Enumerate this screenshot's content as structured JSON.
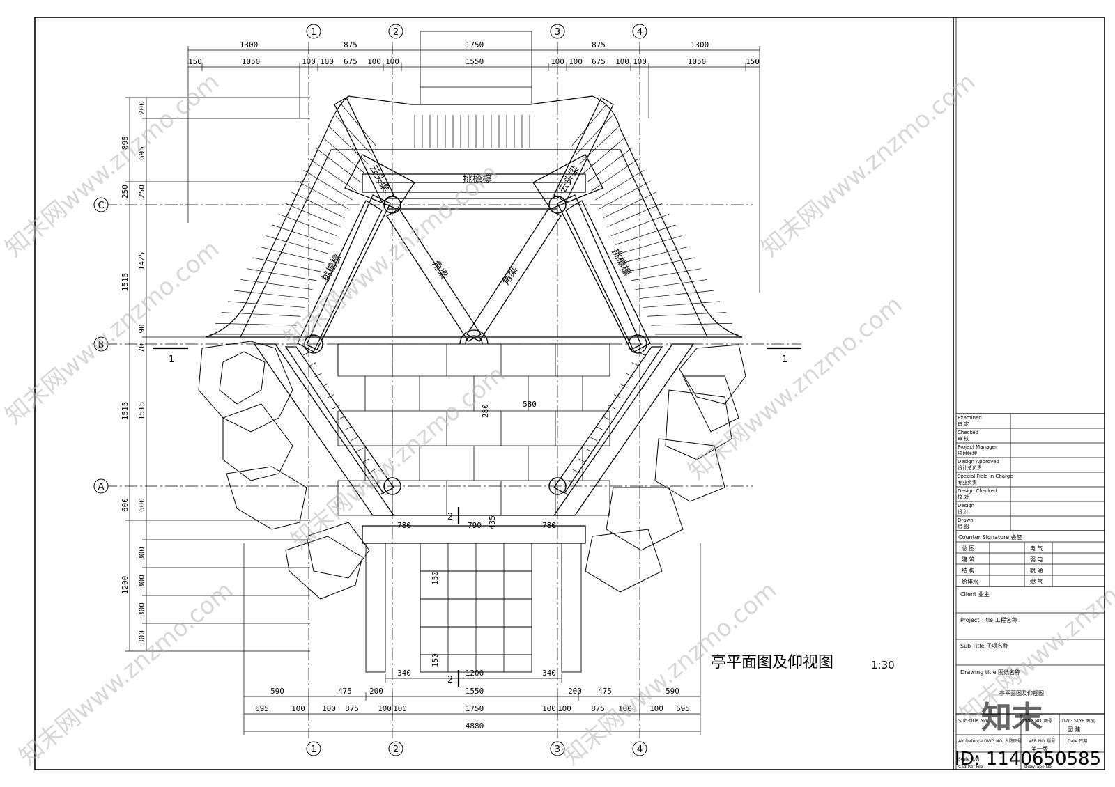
{
  "drawing": {
    "title": "亭平面图及仰视图",
    "scale": "1:30",
    "grid_axes_columns": [
      "1",
      "2",
      "3",
      "4"
    ],
    "grid_axes_rows": [
      "C",
      "B",
      "A"
    ],
    "section_marks": [
      "1",
      "2"
    ],
    "beam_labels": {
      "yuntou_left": "云头梁",
      "yuntou_right": "云头梁",
      "tiaoyan_top": "挑檐檩",
      "tiaoyan_left": "挑檐檩",
      "tiaoyan_right": "挑檐檩",
      "jiaoliang_left": "角梁",
      "jiaoliang_right": "角梁"
    },
    "dims_top_row1": [
      "1300",
      "875",
      "1750",
      "875",
      "1300"
    ],
    "dims_top_row2": [
      "150",
      "1050",
      "100",
      "100",
      "675",
      "100",
      "100",
      "1550",
      "100",
      "100",
      "675",
      "100",
      "100",
      "1050",
      "150"
    ],
    "dims_left_row1": [
      "895",
      "250",
      "1515",
      "1515",
      "600",
      "1200"
    ],
    "dims_left_row2": [
      "200",
      "695",
      "250",
      "1425",
      "90",
      "70",
      "1515",
      "600",
      "300",
      "300",
      "300",
      "300"
    ],
    "dims_bottom_row1": [
      "590",
      "475",
      "200",
      "1550",
      "200",
      "475",
      "590"
    ],
    "dims_bottom_row2": [
      "695",
      "100",
      "100",
      "875",
      "100",
      "100",
      "1750",
      "100",
      "100",
      "875",
      "100",
      "100",
      "695"
    ],
    "dims_bottom_total": "4880",
    "dims_inner": [
      "580",
      "280",
      "780",
      "790",
      "780",
      "435",
      "150",
      "150",
      "340",
      "1200",
      "340"
    ]
  },
  "title_block": {
    "rows": [
      {
        "en": "Examined",
        "cn": "审  定"
      },
      {
        "en": "Checked",
        "cn": "审  核"
      },
      {
        "en": "Project Manager",
        "cn": "项目经理"
      },
      {
        "en": "Design Approved",
        "cn": "设计总负责"
      },
      {
        "en": "Special Field in Charge",
        "cn": "专业负责"
      },
      {
        "en": "Design Checked",
        "cn": "校  对"
      },
      {
        "en": "Design",
        "cn": "设  计"
      },
      {
        "en": "Drawn",
        "cn": "绘  图"
      }
    ],
    "counter_signature": "Counter Signature  会签",
    "sign_left": [
      "总  图",
      "建  筑",
      "结  构",
      "给排水"
    ],
    "sign_right": [
      "电  气",
      "弱  电",
      "暖  通",
      "燃  气"
    ],
    "client": "Client  业主",
    "project_title": "Project Title  工程名称",
    "sub_title": "Sub-Title  子项名称",
    "drawing_title_label": "Drawing title   图纸名称",
    "drawing_title_value": "亭平面图及仰视图",
    "subtitle_no": "Sub-title No.",
    "dwg_no": "DWG.NO. 图号",
    "dwg_style": "DWG.STYE 图 别",
    "dwg_style_value": "园 建",
    "air_defence": "Air Defence DWG.NO. 人防图号",
    "ver_no": "VER.NO. 版号",
    "ver_value": "第一版",
    "date": "Date 日期",
    "scale_label": "Scale 比例",
    "cad_ref": "Cad-Ref File",
    "disk_tape": "Disk/Tape No."
  },
  "watermark": {
    "text": "知末网www.znzmo.com",
    "logo": "知末",
    "id_text": "ID: 1140650585"
  }
}
